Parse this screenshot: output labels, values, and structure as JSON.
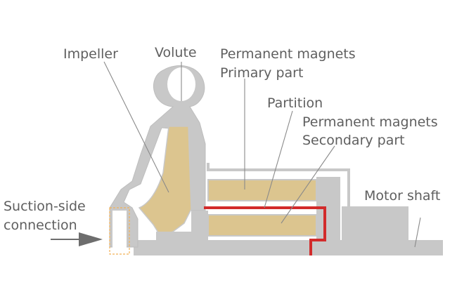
{
  "labels": {
    "impeller": "Impeller",
    "volute": "Volute",
    "primary_line1": "Permanent magnets",
    "primary_line2": "Primary part",
    "partition": "Partition",
    "secondary_line1": "Permanent magnets",
    "secondary_line2": "Secondary part",
    "suction_line1": "Suction-side",
    "suction_line2": "connection",
    "motor_shaft": "Motor shaft"
  },
  "colors": {
    "housing_fill": "#c8c8c8",
    "housing_stroke": "#bdbdbd",
    "magnet_fill": "#dcc58f",
    "partition_red": "#d22b2b",
    "leader_line": "#8a8a8a",
    "label_text": "#5f5f5f",
    "suction_accent": "#f2b257",
    "arrow_fill": "#6d6d6d"
  },
  "icons": {
    "flow_arrow": "arrow-right-icon"
  }
}
